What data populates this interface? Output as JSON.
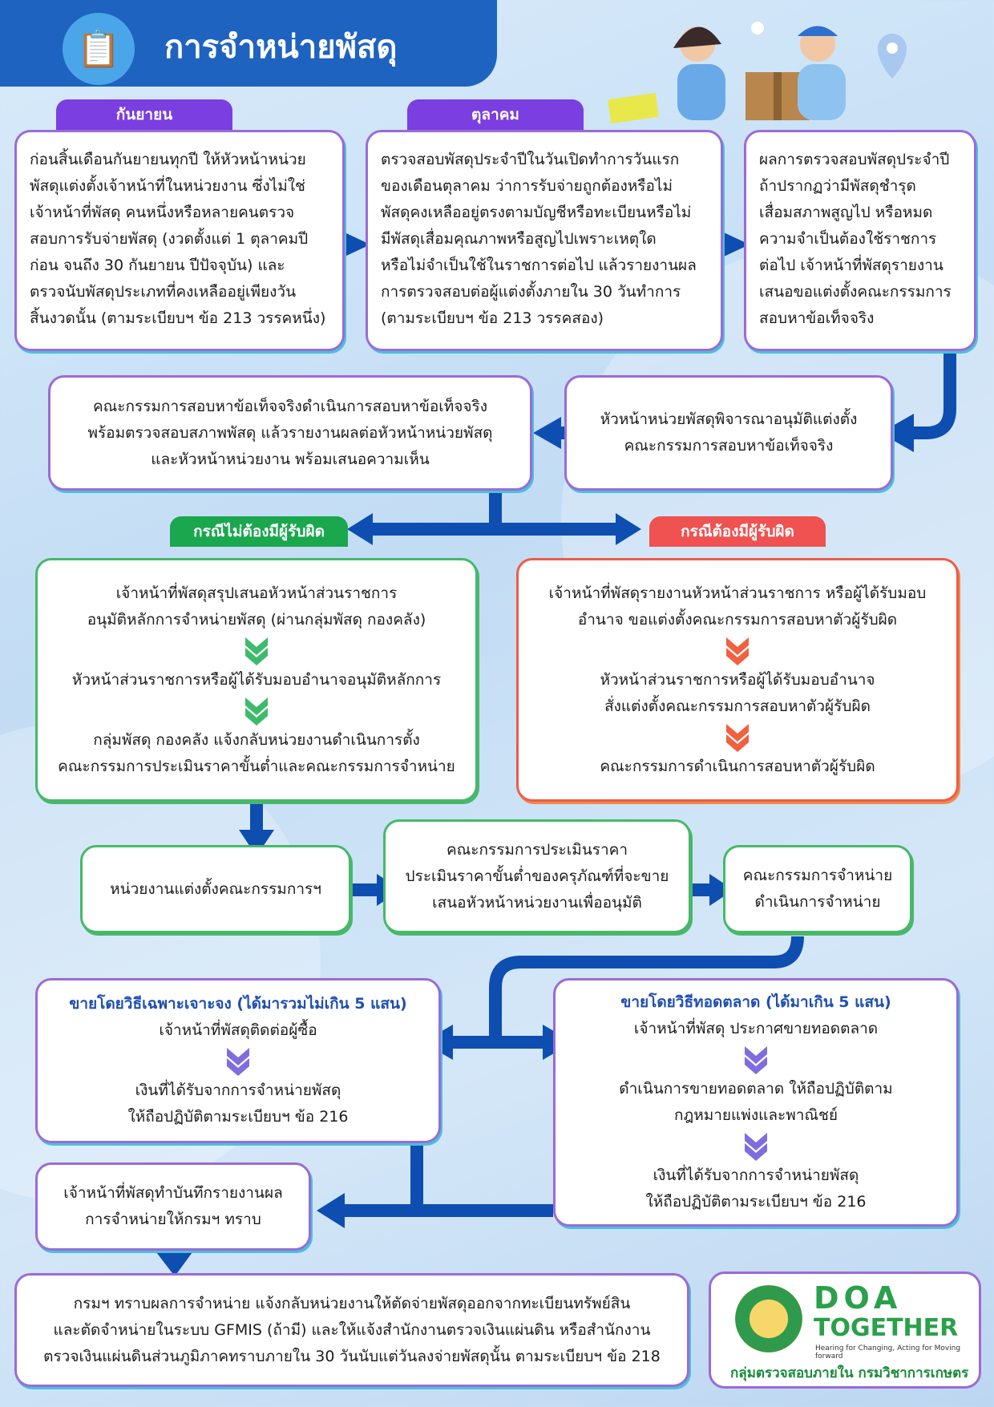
{
  "header": {
    "title": "การจำหน่ายพัสดุ",
    "icon": "clipboard-icon"
  },
  "tabs": {
    "september": "กันยายน",
    "october": "ตุลาคม",
    "no_liable": "กรณีไม่ต้องมีผู้รับผิด",
    "liable": "กรณีต้องมีผู้รับผิด"
  },
  "step1": [
    "ก่อนสิ้นเดือนกันยายนทุกปี ให้หัวหน้าหน่วย",
    "พัสดุแต่งตั้งเจ้าหน้าที่ในหน่วยงาน ซึ่งไม่ใช่",
    "เจ้าหน้าที่พัสดุ คนหนึ่งหรือหลายคนตรวจ",
    "สอบการรับจ่ายพัสดุ (งวดตั้งแต่ 1 ตุลาคมปี",
    "ก่อน จนถึง 30 กันยายน ปีปัจจุบัน) และ",
    "ตรวจนับพัสดุประเภทที่คงเหลืออยู่เพียงวัน",
    "สิ้นงวดนั้น (ตามระเบียบฯ ข้อ 213 วรรคหนึ่ง)"
  ],
  "step2": [
    "ตรวจสอบพัสดุประจำปีในวันเปิดทำการวันแรก",
    "ของเดือนตุลาคม ว่าการรับจ่ายถูกต้องหรือไม่",
    "พัสดุคงเหลืออยู่ตรงตามบัญชีหรือทะเบียนหรือไม่",
    "มีพัสดุเสื่อมคุณภาพหรือสูญไปเพราะเหตุใด",
    "หรือไม่จำเป็นใช้ในราชการต่อไป แล้วรายงานผล",
    "การตรวจสอบต่อผู้แต่งตั้งภายใน 30 วันทำการ",
    "(ตามระเบียบฯ ข้อ 213 วรรคสอง)"
  ],
  "step3": [
    "ผลการตรวจสอบพัสดุประจำปี",
    "ถ้าปรากฏว่ามีพัสดุชำรุด",
    "เสื่อมสภาพสูญไป หรือหมด",
    "ความจำเป็นต้องใช้ราชการ",
    "ต่อไป เจ้าหน้าที่พัสดุรายงาน",
    "เสนอขอแต่งตั้งคณะกรรมการ",
    "สอบหาข้อเท็จจริง"
  ],
  "step4": [
    "หัวหน้าหน่วยพัสดุพิจารณาอนุมัติแต่งตั้ง",
    "คณะกรรมการสอบหาข้อเท็จจริง"
  ],
  "step5": [
    "คณะกรรมการสอบหาข้อเท็จจริงดำเนินการสอบหาข้อเท็จจริง",
    "พร้อมตรวจสอบสภาพพัสดุ แล้วรายงานผลต่อหัวหน้าหน่วยพัสดุ",
    "และหัวหน้าหน่วยงาน พร้อมเสนอความเห็น"
  ],
  "no_liable": {
    "s1": [
      "เจ้าหน้าที่พัสดุสรุปเสนอหัวหน้าส่วนราชการ",
      "อนุมัติหลักการจำหน่ายพัสดุ (ผ่านกลุ่มพัสดุ กองคลัง)"
    ],
    "s2": [
      "หัวหน้าส่วนราชการหรือผู้ได้รับมอบอำนาจอนุมัติหลักการ"
    ],
    "s3": [
      "กลุ่มพัสดุ กองคลัง แจ้งกลับหน่วยงานดำเนินการตั้ง",
      "คณะกรรมการประเมินราคาขั้นต่ำและคณะกรรมการจำหน่าย"
    ]
  },
  "liable": {
    "s1": [
      "เจ้าหน้าที่พัสดุรายงานหัวหน้าส่วนราชการ หรือผู้ได้รับมอบ",
      "อำนาจ ขอแต่งตั้งคณะกรรมการสอบหาตัวผู้รับผิด"
    ],
    "s2": [
      "หัวหน้าส่วนราชการหรือผู้ได้รับมอบอำนาจ",
      "สั่งแต่งตั้งคณะกรรมการสอบหาตัวผู้รับผิด"
    ],
    "s3": [
      "คณะกรรมการดำเนินการสอบหาตัวผู้รับผิด"
    ]
  },
  "committee": {
    "appoint": [
      "หน่วยงานแต่งตั้งคณะกรรมการฯ"
    ],
    "evaluate": [
      "คณะกรรมการประเมินราคา",
      "ประเมินราคาขั้นต่ำของครุภัณฑ์ที่จะขาย",
      "เสนอหัวหน้าหน่วยงานเพื่ออนุมัติ"
    ],
    "dispose": [
      "คณะกรรมการจำหน่าย",
      "ดำเนินการจำหน่าย"
    ]
  },
  "specific": {
    "title": "ขายโดยวิธีเฉพาะเจาะจง (ได้มารวมไม่เกิน 5 แสน)",
    "s1": [
      "เจ้าหน้าที่พัสดุติดต่อผู้ซื้อ"
    ],
    "s2": [
      "เงินที่ได้รับจากการจำหน่ายพัสดุ",
      "ให้ถือปฏิบัติตามระเบียบฯ ข้อ 216"
    ]
  },
  "auction": {
    "title": "ขายโดยวิธีทอดตลาด (ได้มาเกิน 5 แสน)",
    "s1": [
      "เจ้าหน้าที่พัสดุ ประกาศขายทอดตลาด"
    ],
    "s2": [
      "ดำเนินการขายทอดตลาด ให้ถือปฏิบัติตาม",
      "กฎหมายแพ่งและพาณิชย์"
    ],
    "s3": [
      "เงินที่ได้รับจากการจำหน่ายพัสดุ",
      "ให้ถือปฏิบัติตามระเบียบฯ ข้อ 216"
    ]
  },
  "report": [
    "เจ้าหน้าที่พัสดุทำบันทึกรายงานผล",
    "การจำหน่ายให้กรมฯ ทราบ"
  ],
  "final": [
    "กรมฯ ทราบผลการจำหน่าย แจ้งกลับหน่วยงานให้ตัดจ่ายพัสดุออกจากทะเบียนทรัพย์สิน",
    "และตัดจำหน่ายในระบบ GFMIS (ถ้ามี)  และให้แจ้งสำนักงานตรวจเงินแผ่นดิน หรือสำนักงาน",
    "ตรวจเงินแผ่นดินส่วนภูมิภาคทราบภายใน 30 วันนับแต่วันลงจ่ายพัสดุนั้น ตามระเบียบฯ ข้อ 218"
  ],
  "logo": {
    "doa": "DOA",
    "together": "TOGETHER",
    "tagline": "Hearing for Changing, Acting for Moving forward",
    "dept": "กลุ่มตรวจสอบภายใน กรมวิชาการเกษตร"
  },
  "colors": {
    "arrow": "#0d4eb0",
    "green_chev": "#3dbb6c",
    "red_chev": "#f2603f",
    "purple_chev": "#7f6de0"
  }
}
